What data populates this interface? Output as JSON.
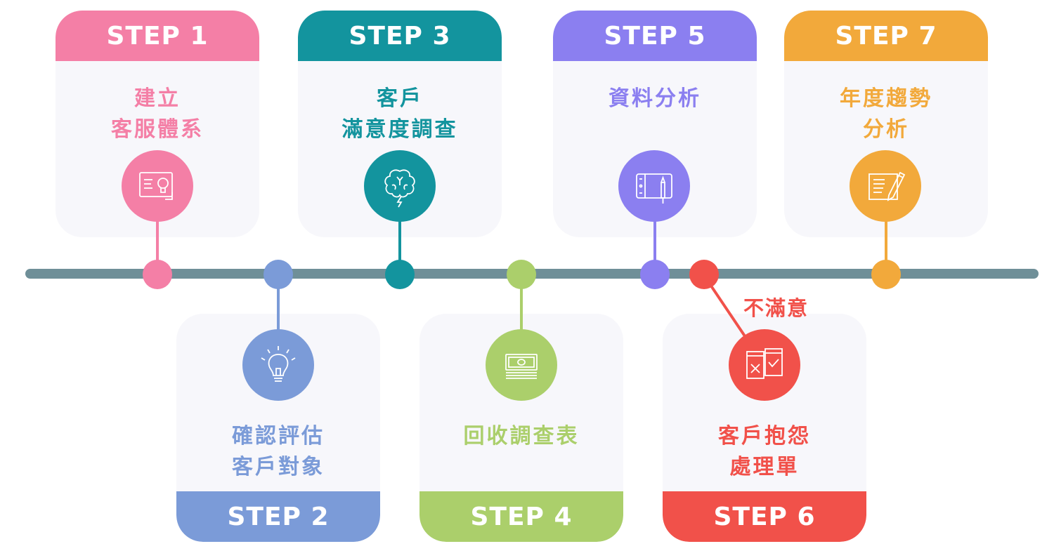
{
  "colors": {
    "step1": "#f47fa6",
    "step2": "#7b9bd8",
    "step3": "#13949e",
    "step4": "#abcf6b",
    "step5": "#8b7ff0",
    "step6": "#f1514a",
    "step7": "#f2a93b",
    "timeline": "#6f8f98"
  },
  "steps": [
    {
      "label": "STEP 1",
      "title_lines": [
        "建立",
        "客服體系"
      ],
      "icon": "idea-board-icon"
    },
    {
      "label": "STEP 2",
      "title_lines": [
        "確認評估",
        "客戶對象"
      ],
      "icon": "lightbulb-icon"
    },
    {
      "label": "STEP 3",
      "title_lines": [
        "客戶",
        "滿意度調查"
      ],
      "icon": "brain-icon"
    },
    {
      "label": "STEP 4",
      "title_lines": [
        "回收調查表"
      ],
      "icon": "money-stack-icon"
    },
    {
      "label": "STEP 5",
      "title_lines": [
        "資料分析"
      ],
      "icon": "tablet-pen-icon"
    },
    {
      "label": "STEP 6",
      "title_lines": [
        "客戶抱怨",
        "處理單"
      ],
      "icon": "approve-reject-icon"
    },
    {
      "label": "STEP 7",
      "title_lines": [
        "年度趨勢",
        "分析"
      ],
      "icon": "document-pencil-icon"
    }
  ],
  "note": "不滿意"
}
